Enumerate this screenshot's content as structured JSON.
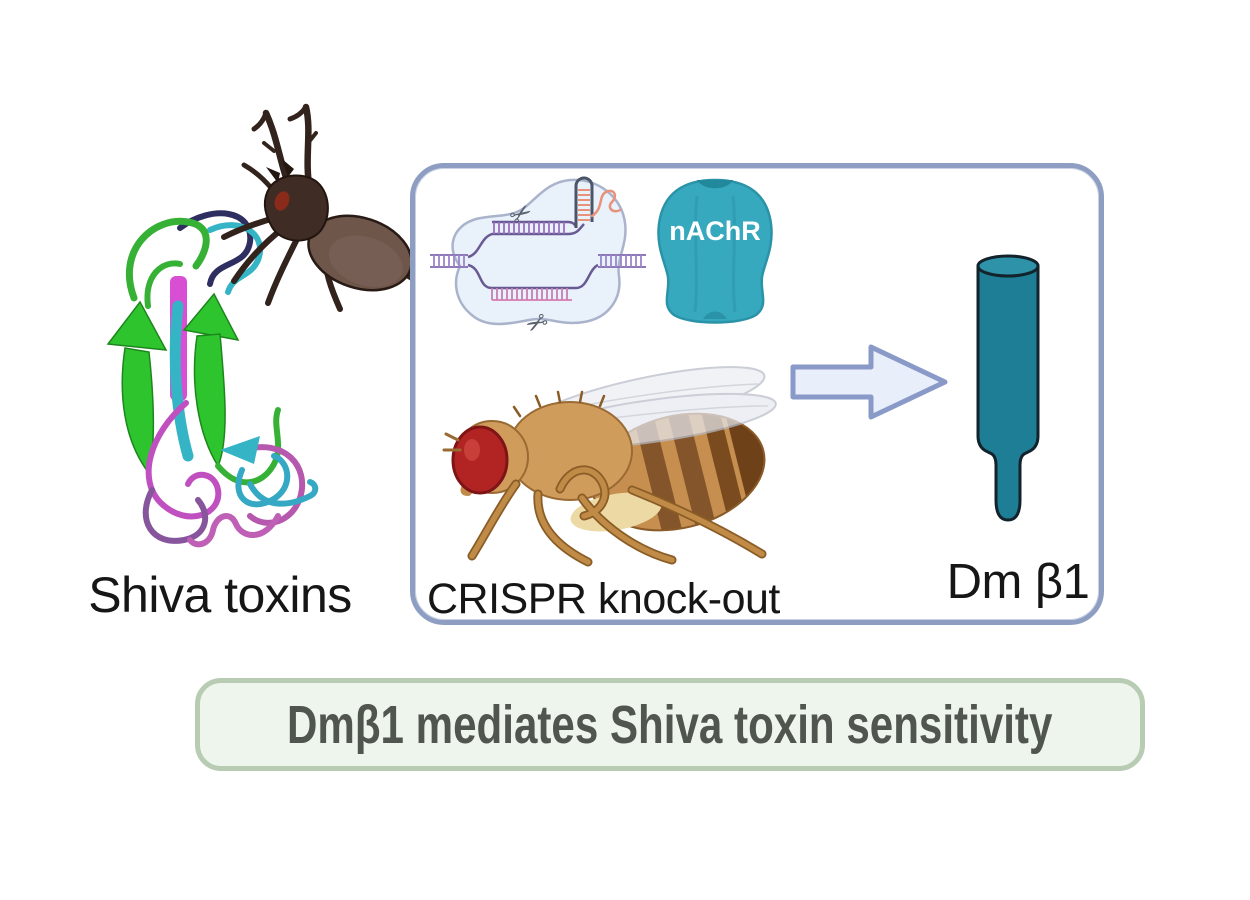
{
  "figure": {
    "labels": {
      "toxin": "Shiva toxins",
      "receptor": "nAChR",
      "knockout": "CRISPR knock-out",
      "subunit": "Dm β1"
    },
    "banner": {
      "text": "Dmβ1 mediates Shiva toxin sensitivity"
    },
    "colors": {
      "background": "#ffffff",
      "box_border": "#8d9ec2",
      "banner_bg": "#eef5ec",
      "banner_border": "#b7ccb2",
      "banner_text": "#50554f",
      "label_text": "#161616",
      "receptor_teal": "#36a9be",
      "subunit_teal": "#1d7e96",
      "arrow_fill": "#e9eefb",
      "arrow_border": "#8a9ac8",
      "ribbon_green": "#2ec42e",
      "ribbon_cyan": "#35b4c6",
      "ribbon_magenta": "#c04fc0",
      "fly_body": "#d09c5c",
      "fly_eye": "#b22424",
      "spider_brown": "#3f2d25"
    },
    "icons": {
      "protein": "toxin-ribbon-structure-icon",
      "spider": "spider-icon",
      "crispr": "crispr-cas9-icon",
      "receptor": "nachr-receptor-icon",
      "fly": "fruit-fly-icon",
      "arrow": "right-arrow-icon",
      "subunit": "dm-beta1-subunit-icon"
    }
  }
}
